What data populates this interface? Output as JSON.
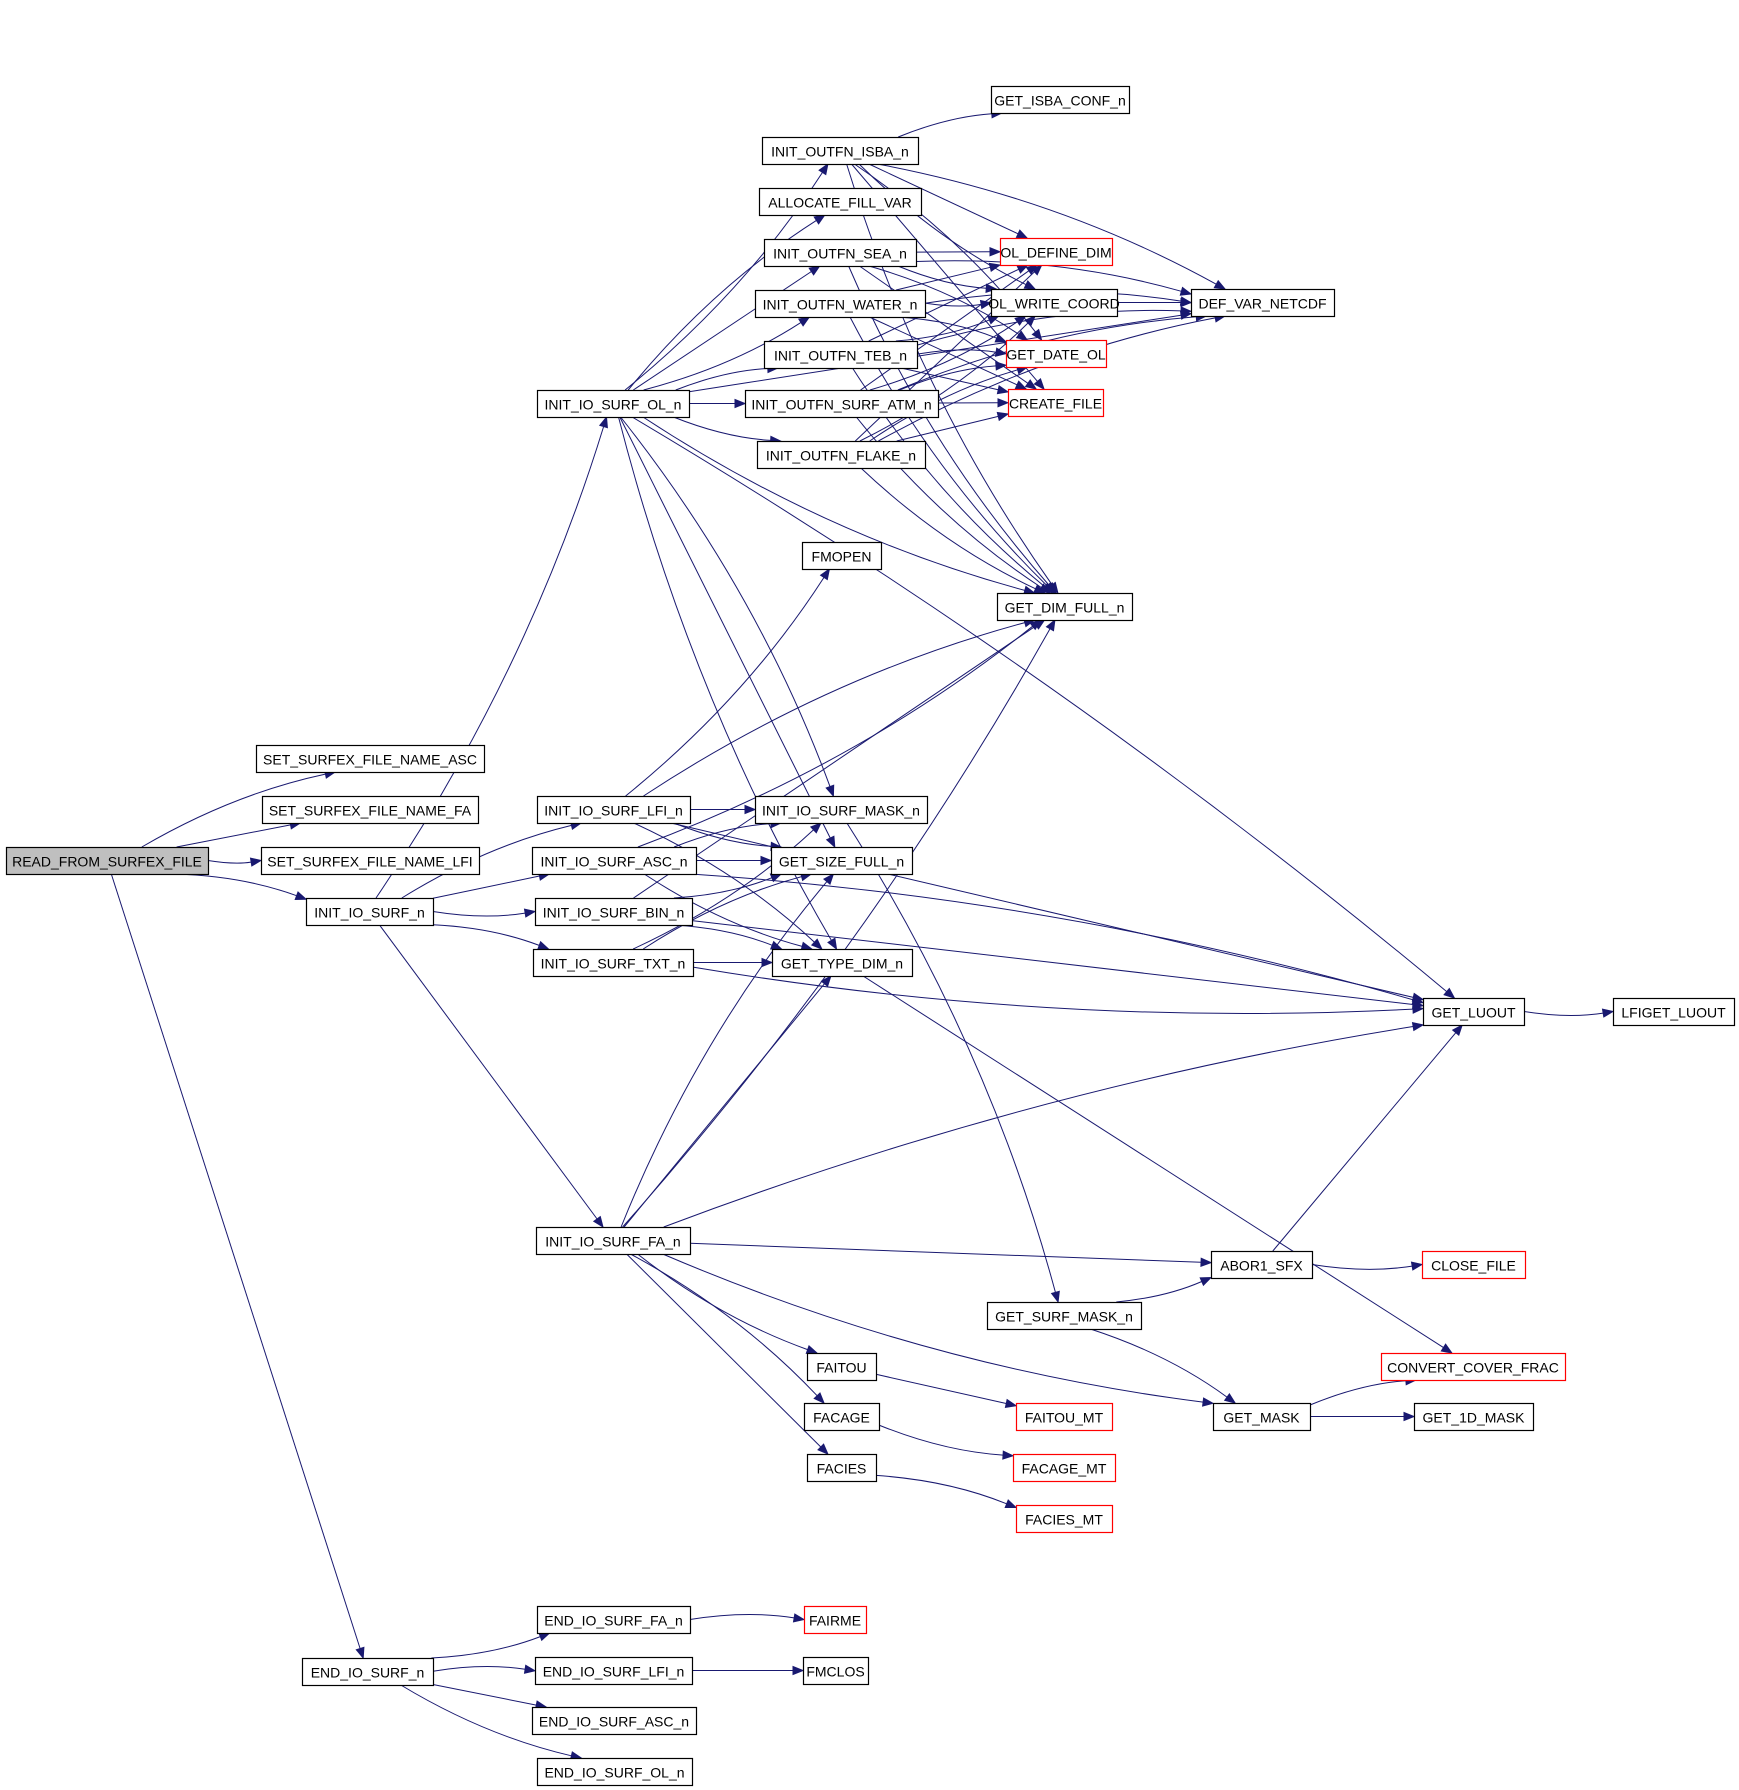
{
  "title": "Call graph of READ_FROM_SURFEX_FILE",
  "colors": {
    "edge": "#191970",
    "root_fill": "#bfbfbf",
    "external_border": "#ff0000",
    "node_border": "#000000"
  },
  "nodes": [
    {
      "id": "READ_FROM_SURFEX_FILE",
      "label": "READ_FROM_SURFEX_FILE",
      "kind": "root"
    },
    {
      "id": "SET_SURFEX_FILE_NAME_ASC",
      "label": "SET_SURFEX_FILE_NAME_ASC",
      "kind": "normal"
    },
    {
      "id": "SET_SURFEX_FILE_NAME_FA",
      "label": "SET_SURFEX_FILE_NAME_FA",
      "kind": "normal"
    },
    {
      "id": "SET_SURFEX_FILE_NAME_LFI",
      "label": "SET_SURFEX_FILE_NAME_LFI",
      "kind": "normal"
    },
    {
      "id": "INIT_IO_SURF_n",
      "label": "INIT_IO_SURF_n",
      "kind": "normal"
    },
    {
      "id": "END_IO_SURF_n",
      "label": "END_IO_SURF_n",
      "kind": "normal"
    },
    {
      "id": "INIT_IO_SURF_OL_n",
      "label": "INIT_IO_SURF_OL_n",
      "kind": "normal"
    },
    {
      "id": "INIT_IO_SURF_LFI_n",
      "label": "INIT_IO_SURF_LFI_n",
      "kind": "normal"
    },
    {
      "id": "INIT_IO_SURF_ASC_n",
      "label": "INIT_IO_SURF_ASC_n",
      "kind": "normal"
    },
    {
      "id": "INIT_IO_SURF_BIN_n",
      "label": "INIT_IO_SURF_BIN_n",
      "kind": "normal"
    },
    {
      "id": "INIT_IO_SURF_TXT_n",
      "label": "INIT_IO_SURF_TXT_n",
      "kind": "normal"
    },
    {
      "id": "INIT_IO_SURF_FA_n",
      "label": "INIT_IO_SURF_FA_n",
      "kind": "normal"
    },
    {
      "id": "END_IO_SURF_FA_n",
      "label": "END_IO_SURF_FA_n",
      "kind": "normal"
    },
    {
      "id": "END_IO_SURF_LFI_n",
      "label": "END_IO_SURF_LFI_n",
      "kind": "normal"
    },
    {
      "id": "END_IO_SURF_ASC_n",
      "label": "END_IO_SURF_ASC_n",
      "kind": "normal"
    },
    {
      "id": "END_IO_SURF_OL_n",
      "label": "END_IO_SURF_OL_n",
      "kind": "normal"
    },
    {
      "id": "INIT_OUTFN_ISBA_n",
      "label": "INIT_OUTFN_ISBA_n",
      "kind": "normal"
    },
    {
      "id": "ALLOCATE_FILL_VAR",
      "label": "ALLOCATE_FILL_VAR",
      "kind": "normal"
    },
    {
      "id": "INIT_OUTFN_SEA_n",
      "label": "INIT_OUTFN_SEA_n",
      "kind": "normal"
    },
    {
      "id": "INIT_OUTFN_WATER_n",
      "label": "INIT_OUTFN_WATER_n",
      "kind": "normal"
    },
    {
      "id": "INIT_OUTFN_TEB_n",
      "label": "INIT_OUTFN_TEB_n",
      "kind": "normal"
    },
    {
      "id": "INIT_OUTFN_SURF_ATM_n",
      "label": "INIT_OUTFN_SURF_ATM_n",
      "kind": "normal"
    },
    {
      "id": "INIT_OUTFN_FLAKE_n",
      "label": "INIT_OUTFN_FLAKE_n",
      "kind": "normal"
    },
    {
      "id": "FMOPEN",
      "label": "FMOPEN",
      "kind": "normal"
    },
    {
      "id": "INIT_IO_SURF_MASK_n",
      "label": "INIT_IO_SURF_MASK_n",
      "kind": "normal"
    },
    {
      "id": "GET_SIZE_FULL_n",
      "label": "GET_SIZE_FULL_n",
      "kind": "normal"
    },
    {
      "id": "GET_TYPE_DIM_n",
      "label": "GET_TYPE_DIM_n",
      "kind": "normal"
    },
    {
      "id": "FAITOU",
      "label": "FAITOU",
      "kind": "normal"
    },
    {
      "id": "FACAGE",
      "label": "FACAGE",
      "kind": "normal"
    },
    {
      "id": "FACIES",
      "label": "FACIES",
      "kind": "normal"
    },
    {
      "id": "FAIRME",
      "label": "FAIRME",
      "kind": "external"
    },
    {
      "id": "FMCLOS",
      "label": "FMCLOS",
      "kind": "normal"
    },
    {
      "id": "GET_ISBA_CONF_n",
      "label": "GET_ISBA_CONF_n",
      "kind": "normal"
    },
    {
      "id": "OL_DEFINE_DIM",
      "label": "OL_DEFINE_DIM",
      "kind": "external"
    },
    {
      "id": "OL_WRITE_COORD",
      "label": "OL_WRITE_COORD",
      "kind": "normal"
    },
    {
      "id": "GET_DATE_OL",
      "label": "GET_DATE_OL",
      "kind": "external"
    },
    {
      "id": "CREATE_FILE",
      "label": "CREATE_FILE",
      "kind": "external"
    },
    {
      "id": "GET_DIM_FULL_n",
      "label": "GET_DIM_FULL_n",
      "kind": "normal"
    },
    {
      "id": "GET_SURF_MASK_n",
      "label": "GET_SURF_MASK_n",
      "kind": "normal"
    },
    {
      "id": "FAITOU_MT",
      "label": "FAITOU_MT",
      "kind": "external"
    },
    {
      "id": "FACAGE_MT",
      "label": "FACAGE_MT",
      "kind": "external"
    },
    {
      "id": "FACIES_MT",
      "label": "FACIES_MT",
      "kind": "external"
    },
    {
      "id": "DEF_VAR_NETCDF",
      "label": "DEF_VAR_NETCDF",
      "kind": "normal"
    },
    {
      "id": "ABOR1_SFX",
      "label": "ABOR1_SFX",
      "kind": "normal"
    },
    {
      "id": "GET_MASK",
      "label": "GET_MASK",
      "kind": "normal"
    },
    {
      "id": "GET_LUOUT",
      "label": "GET_LUOUT",
      "kind": "normal"
    },
    {
      "id": "CLOSE_FILE",
      "label": "CLOSE_FILE",
      "kind": "external"
    },
    {
      "id": "CONVERT_COVER_FRAC",
      "label": "CONVERT_COVER_FRAC",
      "kind": "external"
    },
    {
      "id": "GET_1D_MASK",
      "label": "GET_1D_MASK",
      "kind": "normal"
    },
    {
      "id": "LFIGET_LUOUT",
      "label": "LFIGET_LUOUT",
      "kind": "normal"
    }
  ],
  "edges": [
    [
      "READ_FROM_SURFEX_FILE",
      "SET_SURFEX_FILE_NAME_ASC"
    ],
    [
      "READ_FROM_SURFEX_FILE",
      "SET_SURFEX_FILE_NAME_FA"
    ],
    [
      "READ_FROM_SURFEX_FILE",
      "SET_SURFEX_FILE_NAME_LFI"
    ],
    [
      "READ_FROM_SURFEX_FILE",
      "INIT_IO_SURF_n"
    ],
    [
      "READ_FROM_SURFEX_FILE",
      "END_IO_SURF_n"
    ],
    [
      "INIT_IO_SURF_n",
      "INIT_IO_SURF_OL_n"
    ],
    [
      "INIT_IO_SURF_n",
      "INIT_IO_SURF_LFI_n"
    ],
    [
      "INIT_IO_SURF_n",
      "INIT_IO_SURF_ASC_n"
    ],
    [
      "INIT_IO_SURF_n",
      "INIT_IO_SURF_BIN_n"
    ],
    [
      "INIT_IO_SURF_n",
      "INIT_IO_SURF_TXT_n"
    ],
    [
      "INIT_IO_SURF_n",
      "INIT_IO_SURF_FA_n"
    ],
    [
      "END_IO_SURF_n",
      "END_IO_SURF_FA_n"
    ],
    [
      "END_IO_SURF_n",
      "END_IO_SURF_LFI_n"
    ],
    [
      "END_IO_SURF_n",
      "END_IO_SURF_ASC_n"
    ],
    [
      "END_IO_SURF_n",
      "END_IO_SURF_OL_n"
    ],
    [
      "END_IO_SURF_FA_n",
      "FAIRME"
    ],
    [
      "END_IO_SURF_LFI_n",
      "FMCLOS"
    ],
    [
      "INIT_IO_SURF_OL_n",
      "INIT_OUTFN_ISBA_n"
    ],
    [
      "INIT_IO_SURF_OL_n",
      "ALLOCATE_FILL_VAR"
    ],
    [
      "INIT_IO_SURF_OL_n",
      "INIT_OUTFN_SEA_n"
    ],
    [
      "INIT_IO_SURF_OL_n",
      "INIT_OUTFN_WATER_n"
    ],
    [
      "INIT_IO_SURF_OL_n",
      "INIT_OUTFN_TEB_n"
    ],
    [
      "INIT_IO_SURF_OL_n",
      "INIT_OUTFN_SURF_ATM_n"
    ],
    [
      "INIT_IO_SURF_OL_n",
      "INIT_OUTFN_FLAKE_n"
    ],
    [
      "INIT_IO_SURF_OL_n",
      "GET_LUOUT"
    ],
    [
      "INIT_IO_SURF_OL_n",
      "DEF_VAR_NETCDF"
    ],
    [
      "INIT_IO_SURF_OL_n",
      "GET_DIM_FULL_n"
    ],
    [
      "INIT_IO_SURF_OL_n",
      "INIT_IO_SURF_MASK_n"
    ],
    [
      "INIT_IO_SURF_OL_n",
      "GET_SIZE_FULL_n"
    ],
    [
      "INIT_IO_SURF_OL_n",
      "GET_TYPE_DIM_n"
    ],
    [
      "INIT_OUTFN_ISBA_n",
      "GET_ISBA_CONF_n"
    ],
    [
      "INIT_OUTFN_ISBA_n",
      "OL_DEFINE_DIM"
    ],
    [
      "INIT_OUTFN_ISBA_n",
      "OL_WRITE_COORD"
    ],
    [
      "INIT_OUTFN_ISBA_n",
      "GET_DATE_OL"
    ],
    [
      "INIT_OUTFN_ISBA_n",
      "CREATE_FILE"
    ],
    [
      "INIT_OUTFN_ISBA_n",
      "GET_DIM_FULL_n"
    ],
    [
      "INIT_OUTFN_ISBA_n",
      "DEF_VAR_NETCDF"
    ],
    [
      "INIT_OUTFN_SEA_n",
      "OL_DEFINE_DIM"
    ],
    [
      "INIT_OUTFN_SEA_n",
      "OL_WRITE_COORD"
    ],
    [
      "INIT_OUTFN_SEA_n",
      "GET_DATE_OL"
    ],
    [
      "INIT_OUTFN_SEA_n",
      "CREATE_FILE"
    ],
    [
      "INIT_OUTFN_SEA_n",
      "GET_DIM_FULL_n"
    ],
    [
      "INIT_OUTFN_SEA_n",
      "DEF_VAR_NETCDF"
    ],
    [
      "INIT_OUTFN_WATER_n",
      "OL_DEFINE_DIM"
    ],
    [
      "INIT_OUTFN_WATER_n",
      "OL_WRITE_COORD"
    ],
    [
      "INIT_OUTFN_WATER_n",
      "GET_DATE_OL"
    ],
    [
      "INIT_OUTFN_WATER_n",
      "CREATE_FILE"
    ],
    [
      "INIT_OUTFN_WATER_n",
      "GET_DIM_FULL_n"
    ],
    [
      "INIT_OUTFN_WATER_n",
      "DEF_VAR_NETCDF"
    ],
    [
      "INIT_OUTFN_TEB_n",
      "OL_DEFINE_DIM"
    ],
    [
      "INIT_OUTFN_TEB_n",
      "OL_WRITE_COORD"
    ],
    [
      "INIT_OUTFN_TEB_n",
      "GET_DATE_OL"
    ],
    [
      "INIT_OUTFN_TEB_n",
      "CREATE_FILE"
    ],
    [
      "INIT_OUTFN_TEB_n",
      "GET_DIM_FULL_n"
    ],
    [
      "INIT_OUTFN_TEB_n",
      "DEF_VAR_NETCDF"
    ],
    [
      "INIT_OUTFN_SURF_ATM_n",
      "OL_DEFINE_DIM"
    ],
    [
      "INIT_OUTFN_SURF_ATM_n",
      "OL_WRITE_COORD"
    ],
    [
      "INIT_OUTFN_SURF_ATM_n",
      "GET_DATE_OL"
    ],
    [
      "INIT_OUTFN_SURF_ATM_n",
      "CREATE_FILE"
    ],
    [
      "INIT_OUTFN_SURF_ATM_n",
      "GET_DIM_FULL_n"
    ],
    [
      "INIT_OUTFN_SURF_ATM_n",
      "DEF_VAR_NETCDF"
    ],
    [
      "INIT_OUTFN_FLAKE_n",
      "OL_DEFINE_DIM"
    ],
    [
      "INIT_OUTFN_FLAKE_n",
      "OL_WRITE_COORD"
    ],
    [
      "INIT_OUTFN_FLAKE_n",
      "GET_DATE_OL"
    ],
    [
      "INIT_OUTFN_FLAKE_n",
      "CREATE_FILE"
    ],
    [
      "INIT_OUTFN_FLAKE_n",
      "GET_DIM_FULL_n"
    ],
    [
      "INIT_OUTFN_FLAKE_n",
      "DEF_VAR_NETCDF"
    ],
    [
      "OL_WRITE_COORD",
      "DEF_VAR_NETCDF"
    ],
    [
      "INIT_IO_SURF_LFI_n",
      "FMOPEN"
    ],
    [
      "INIT_IO_SURF_LFI_n",
      "GET_DIM_FULL_n"
    ],
    [
      "INIT_IO_SURF_LFI_n",
      "INIT_IO_SURF_MASK_n"
    ],
    [
      "INIT_IO_SURF_LFI_n",
      "GET_SIZE_FULL_n"
    ],
    [
      "INIT_IO_SURF_LFI_n",
      "GET_TYPE_DIM_n"
    ],
    [
      "INIT_IO_SURF_LFI_n",
      "GET_LUOUT"
    ],
    [
      "INIT_IO_SURF_ASC_n",
      "GET_DIM_FULL_n"
    ],
    [
      "INIT_IO_SURF_ASC_n",
      "INIT_IO_SURF_MASK_n"
    ],
    [
      "INIT_IO_SURF_ASC_n",
      "GET_SIZE_FULL_n"
    ],
    [
      "INIT_IO_SURF_ASC_n",
      "GET_TYPE_DIM_n"
    ],
    [
      "INIT_IO_SURF_ASC_n",
      "GET_LUOUT"
    ],
    [
      "INIT_IO_SURF_BIN_n",
      "GET_DIM_FULL_n"
    ],
    [
      "INIT_IO_SURF_BIN_n",
      "GET_SIZE_FULL_n"
    ],
    [
      "INIT_IO_SURF_BIN_n",
      "GET_TYPE_DIM_n"
    ],
    [
      "INIT_IO_SURF_BIN_n",
      "GET_LUOUT"
    ],
    [
      "INIT_IO_SURF_TXT_n",
      "INIT_IO_SURF_MASK_n"
    ],
    [
      "INIT_IO_SURF_TXT_n",
      "GET_SIZE_FULL_n"
    ],
    [
      "INIT_IO_SURF_TXT_n",
      "GET_TYPE_DIM_n"
    ],
    [
      "INIT_IO_SURF_TXT_n",
      "GET_LUOUT"
    ],
    [
      "INIT_IO_SURF_FA_n",
      "GET_SIZE_FULL_n"
    ],
    [
      "INIT_IO_SURF_FA_n",
      "GET_TYPE_DIM_n"
    ],
    [
      "INIT_IO_SURF_FA_n",
      "GET_DIM_FULL_n"
    ],
    [
      "INIT_IO_SURF_FA_n",
      "GET_LUOUT"
    ],
    [
      "INIT_IO_SURF_FA_n",
      "ABOR1_SFX"
    ],
    [
      "INIT_IO_SURF_FA_n",
      "FAITOU"
    ],
    [
      "INIT_IO_SURF_FA_n",
      "FACAGE"
    ],
    [
      "INIT_IO_SURF_FA_n",
      "FACIES"
    ],
    [
      "INIT_IO_SURF_FA_n",
      "GET_MASK"
    ],
    [
      "INIT_IO_SURF_MASK_n",
      "GET_SURF_MASK_n"
    ],
    [
      "GET_TYPE_DIM_n",
      "CONVERT_COVER_FRAC"
    ],
    [
      "GET_SURF_MASK_n",
      "ABOR1_SFX"
    ],
    [
      "GET_SURF_MASK_n",
      "GET_MASK"
    ],
    [
      "FAITOU",
      "FAITOU_MT"
    ],
    [
      "FACAGE",
      "FACAGE_MT"
    ],
    [
      "FACIES",
      "FACIES_MT"
    ],
    [
      "ABOR1_SFX",
      "GET_LUOUT"
    ],
    [
      "ABOR1_SFX",
      "CLOSE_FILE"
    ],
    [
      "GET_MASK",
      "CONVERT_COVER_FRAC"
    ],
    [
      "GET_MASK",
      "GET_1D_MASK"
    ],
    [
      "GET_LUOUT",
      "LFIGET_LUOUT"
    ]
  ]
}
